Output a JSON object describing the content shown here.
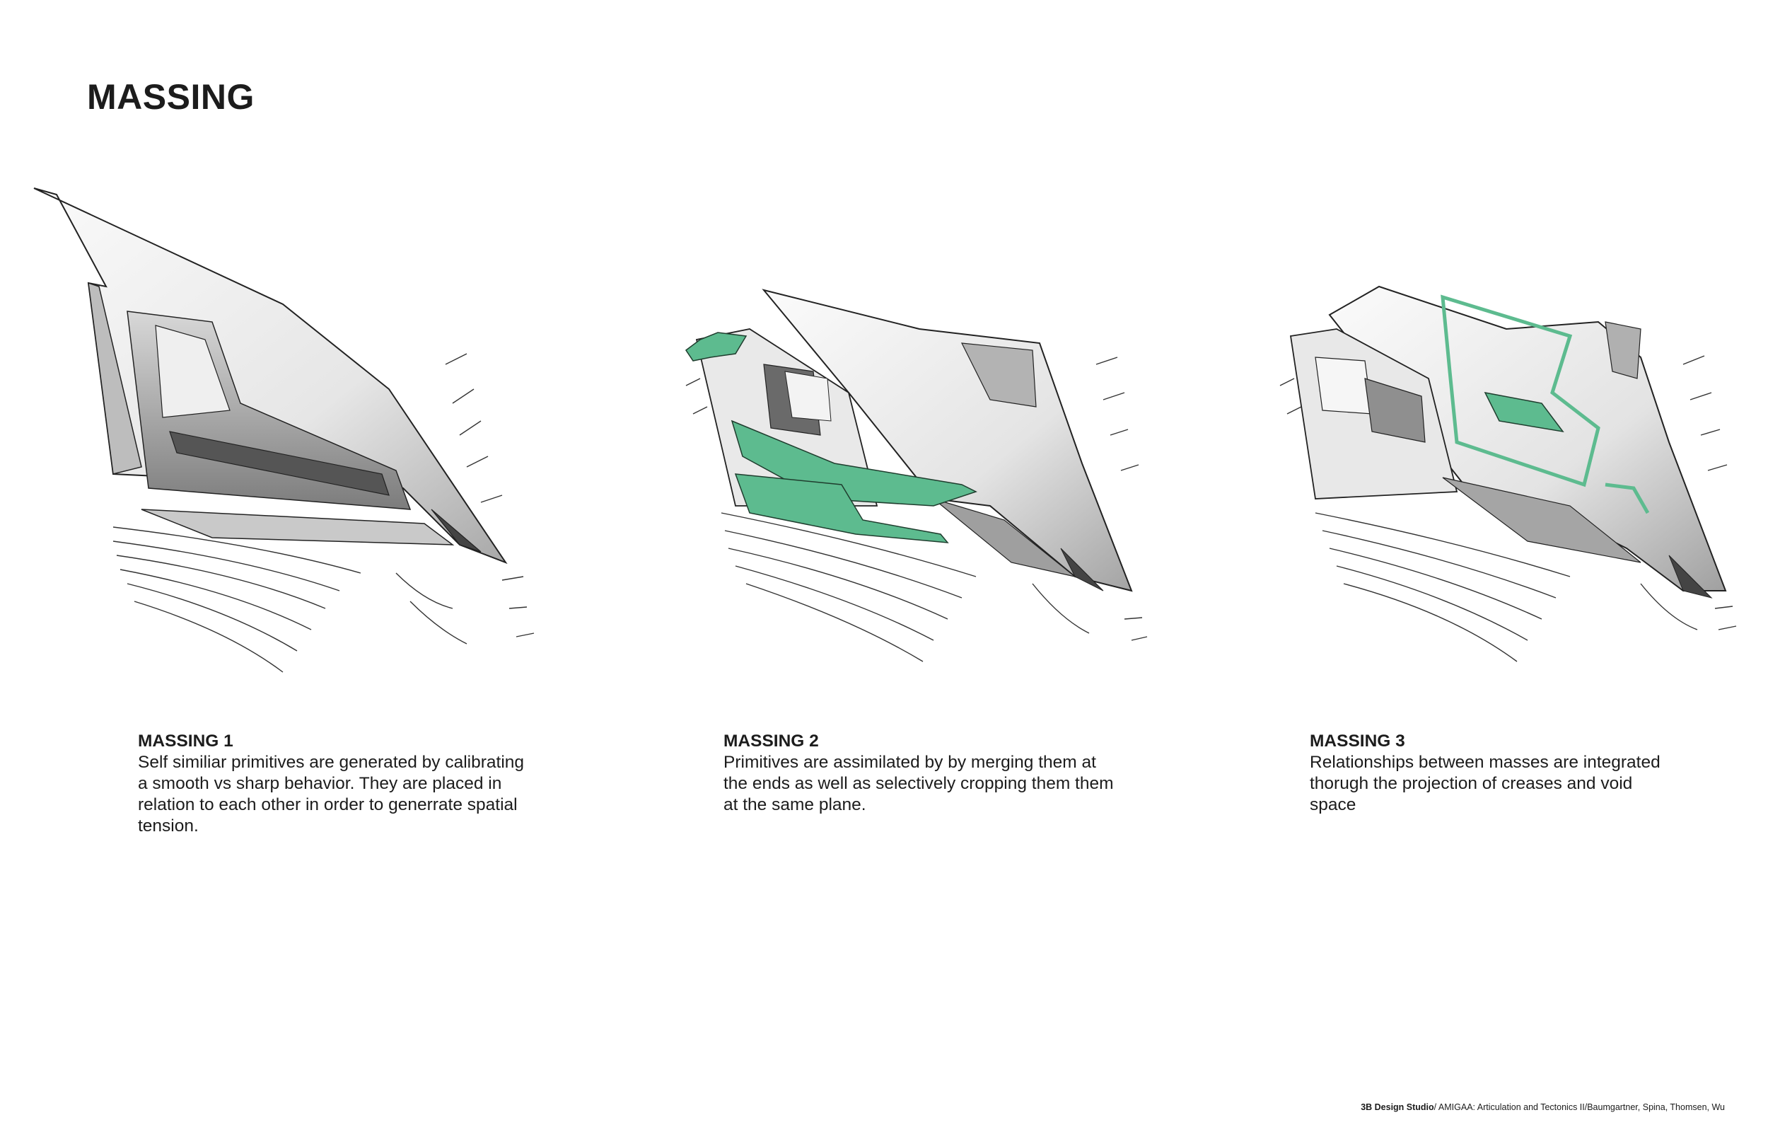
{
  "title": "MASSING",
  "panels": [
    {
      "title": "MASSING 1",
      "body": "Self similiar primitives are generated by calibrating a smooth vs sharp behavior. They are placed in relation to each other in order to generrate spatial tension."
    },
    {
      "title": "MASSING 2",
      "body": "Primitives are assimilated by by merging them at the ends as well as selectively cropping them them at the same plane."
    },
    {
      "title": "MASSING 3",
      "body": "Relationships between masses are integrated thorugh the projection of creases and void space"
    }
  ],
  "footer": {
    "studio": "3B Design Studio",
    "credit": "/ AMIGAA: Articulation and Tectonics II/Baumgartner, Spina, Thomsen, Wu"
  },
  "colors": {
    "accent_green": "#5dbb8f",
    "ink": "#1c1c1c",
    "mass_light": "#f4f4f4",
    "mass_shade": "#9a9a9a"
  }
}
